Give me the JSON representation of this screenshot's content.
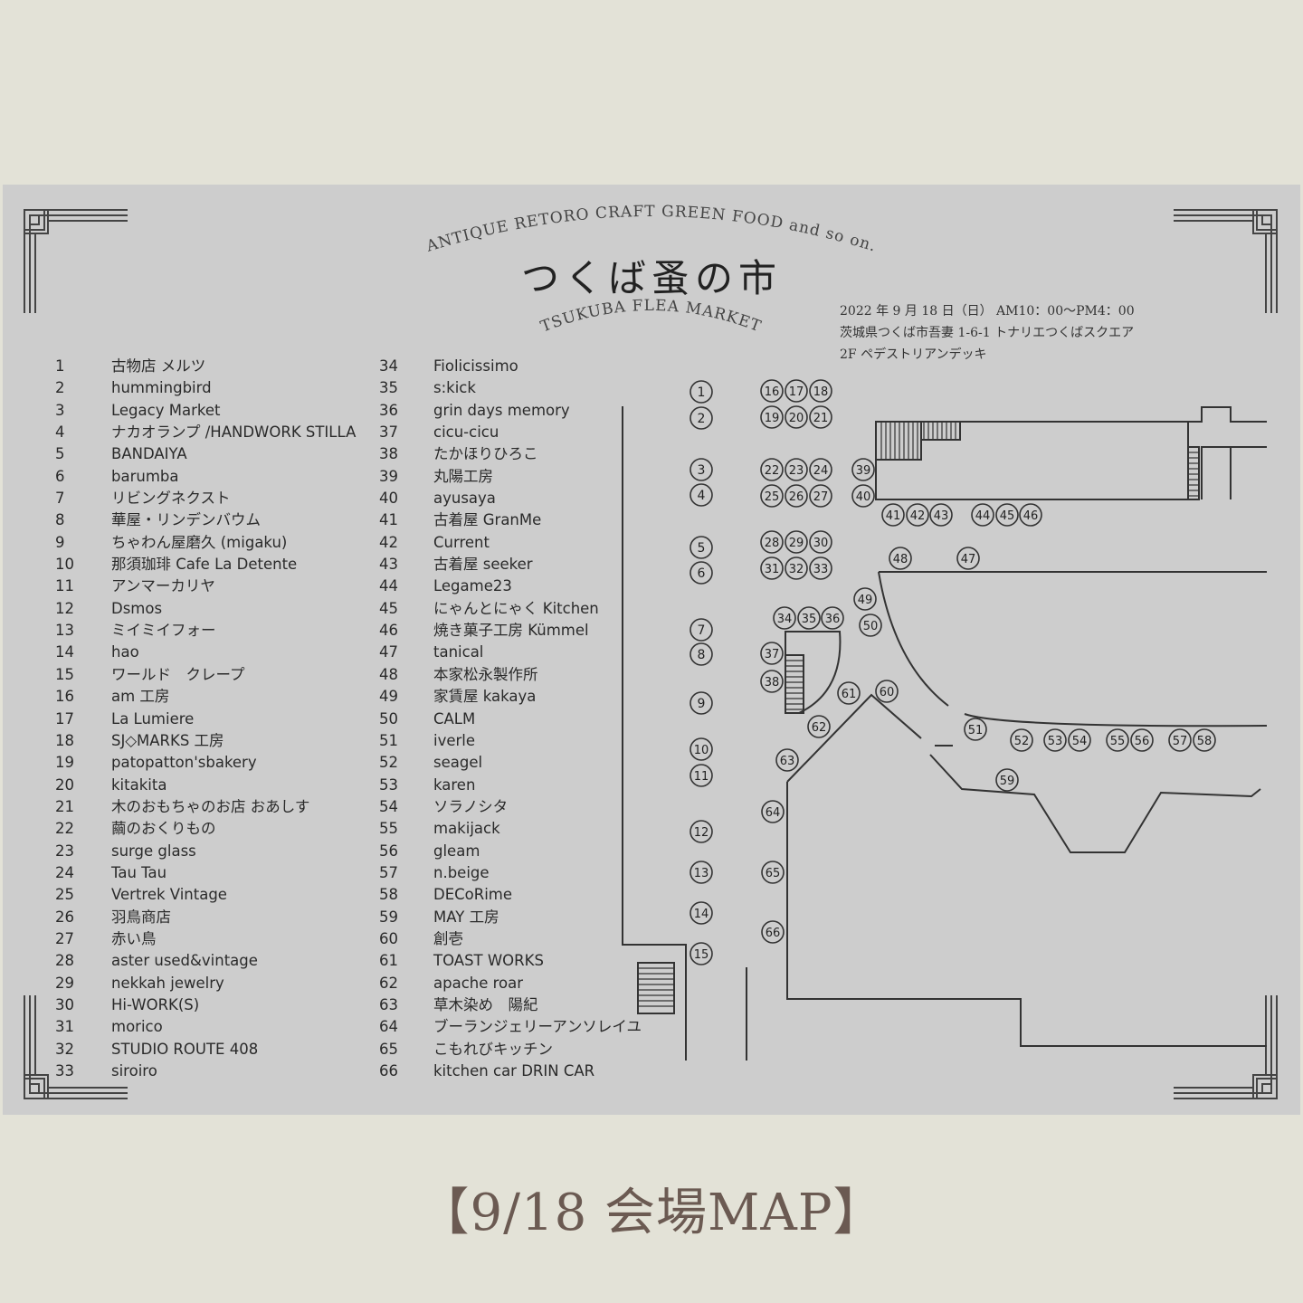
{
  "header": {
    "arc_top": "ANTIQUE RETORO CRAFT GREEN FOOD and so on.",
    "title": "つくば蚤の市",
    "arc_bottom": "TSUKUBA FLEA MARKET"
  },
  "event": {
    "date_time": "2022 年 9 月 18 日（日） AM10：00〜PM4：00",
    "address": "茨城県つくば市吾妻 1-6-1 トナリエつくばスクエア",
    "location": "2F ペデストリアンデッキ"
  },
  "vendors_left": [
    {
      "no": "1",
      "name": "古物店 メルツ"
    },
    {
      "no": "2",
      "name": "hummingbird"
    },
    {
      "no": "3",
      "name": "Legacy Market"
    },
    {
      "no": "4",
      "name": "ナカオランプ /HANDWORK STILLA"
    },
    {
      "no": "5",
      "name": "BANDAIYA"
    },
    {
      "no": "6",
      "name": "barumba"
    },
    {
      "no": "7",
      "name": "リビングネクスト"
    },
    {
      "no": "8",
      "name": "華屋・リンデンバウム"
    },
    {
      "no": "9",
      "name": "ちゃわん屋磨久 (migaku)"
    },
    {
      "no": "10",
      "name": "那須珈琲 Cafe La Detente"
    },
    {
      "no": "11",
      "name": "アンマーカリヤ"
    },
    {
      "no": "12",
      "name": "Dsmos"
    },
    {
      "no": "13",
      "name": "ミイミイフォー"
    },
    {
      "no": "14",
      "name": "hao"
    },
    {
      "no": "15",
      "name": "ワールド　クレープ"
    },
    {
      "no": "16",
      "name": "am 工房"
    },
    {
      "no": "17",
      "name": "La Lumiere"
    },
    {
      "no": "18",
      "name": "SJ◇MARKS 工房"
    },
    {
      "no": "19",
      "name": "patopatton'sbakery"
    },
    {
      "no": "20",
      "name": "kitakita"
    },
    {
      "no": "21",
      "name": "木のおもちゃのお店 おあしす"
    },
    {
      "no": "22",
      "name": "繭のおくりもの"
    },
    {
      "no": "23",
      "name": "surge glass"
    },
    {
      "no": "24",
      "name": "Tau Tau"
    },
    {
      "no": "25",
      "name": "Vertrek Vintage"
    },
    {
      "no": "26",
      "name": "羽鳥商店"
    },
    {
      "no": "27",
      "name": "赤い鳥"
    },
    {
      "no": "28",
      "name": "aster used&vintage"
    },
    {
      "no": "29",
      "name": "nekkah jewelry"
    },
    {
      "no": "30",
      "name": "Hi-WORK(S)"
    },
    {
      "no": "31",
      "name": "morico"
    },
    {
      "no": "32",
      "name": "STUDIO ROUTE 408"
    },
    {
      "no": "33",
      "name": "siroiro"
    }
  ],
  "vendors_right": [
    {
      "no": "34",
      "name": "Fiolicissimo"
    },
    {
      "no": "35",
      "name": "s:kick"
    },
    {
      "no": "36",
      "name": "grin days memory"
    },
    {
      "no": "37",
      "name": "cicu-cicu"
    },
    {
      "no": "38",
      "name": "たかほりひろこ"
    },
    {
      "no": "39",
      "name": "丸陽工房"
    },
    {
      "no": "40",
      "name": "ayusaya"
    },
    {
      "no": "41",
      "name": "古着屋 GranMe"
    },
    {
      "no": "42",
      "name": "Current"
    },
    {
      "no": "43",
      "name": "古着屋 seeker"
    },
    {
      "no": "44",
      "name": "Legame23"
    },
    {
      "no": "45",
      "name": "にゃんとにゃく Kitchen"
    },
    {
      "no": "46",
      "name": "焼き菓子工房 Kümmel"
    },
    {
      "no": "47",
      "name": "tanical"
    },
    {
      "no": "48",
      "name": "本家松永製作所"
    },
    {
      "no": "49",
      "name": "家賃屋 kakaya"
    },
    {
      "no": "50",
      "name": "CALM"
    },
    {
      "no": "51",
      "name": "iverle"
    },
    {
      "no": "52",
      "name": "seagel"
    },
    {
      "no": "53",
      "name": "karen"
    },
    {
      "no": "54",
      "name": "ソラノシタ"
    },
    {
      "no": "55",
      "name": "makijack"
    },
    {
      "no": "56",
      "name": "gleam"
    },
    {
      "no": "57",
      "name": "n.beige"
    },
    {
      "no": "58",
      "name": "DECoRime"
    },
    {
      "no": "59",
      "name": "MAY 工房"
    },
    {
      "no": "60",
      "name": "創壱"
    },
    {
      "no": "61",
      "name": "TOAST WORKS"
    },
    {
      "no": "62",
      "name": "apache roar"
    },
    {
      "no": "63",
      "name": "草木染め　陽紀"
    },
    {
      "no": "64",
      "name": "ブーランジェリーアンソレイユ"
    },
    {
      "no": "65",
      "name": "こもれびキッチン"
    },
    {
      "no": "66",
      "name": "kitchen car DRIN CAR"
    }
  ],
  "map": {
    "booth_labels": [
      "1",
      "2",
      "3",
      "4",
      "5",
      "6",
      "7",
      "8",
      "9",
      "10",
      "11",
      "12",
      "13",
      "14",
      "15",
      "16",
      "17",
      "18",
      "19",
      "20",
      "21",
      "22",
      "23",
      "24",
      "25",
      "26",
      "27",
      "28",
      "29",
      "30",
      "31",
      "32",
      "33",
      "34",
      "35",
      "36",
      "37",
      "38",
      "39",
      "40",
      "41",
      "42",
      "43",
      "44",
      "45",
      "46",
      "47",
      "48",
      "49",
      "50",
      "51",
      "52",
      "53",
      "54",
      "55",
      "56",
      "57",
      "58",
      "59",
      "60",
      "61",
      "62",
      "63",
      "64",
      "65",
      "66"
    ]
  },
  "footer": {
    "caption": "【9/18 会場MAP】"
  }
}
